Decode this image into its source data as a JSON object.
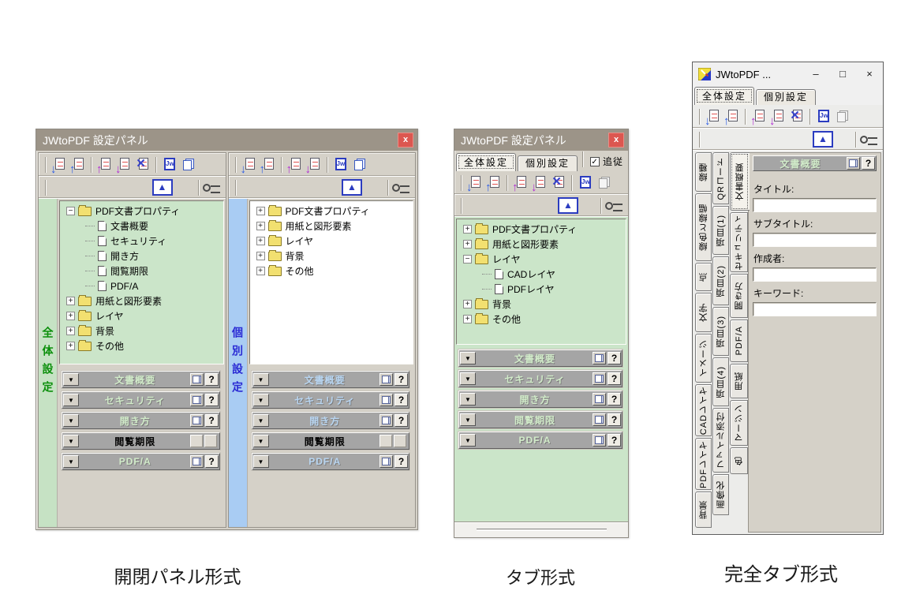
{
  "icons": {
    "down_triangle": "▼",
    "up_arrow": "▲",
    "arrow_down": "↓",
    "arrow_up": "↑",
    "cross": "×",
    "jw": "Jw",
    "help": "?",
    "plus": "+",
    "minus": "−",
    "check": "✓",
    "minimize": "–",
    "maximize": "□",
    "close_x": "×",
    "close_small": "x"
  },
  "captions": {
    "left": "開閉パネル形式",
    "middle": "タブ形式",
    "right": "完全タブ形式"
  },
  "left_panel": {
    "title": "JWtoPDF 設定パネル",
    "global_section": {
      "sidebar": "全体設定",
      "tree": [
        "PDF文書プロパティ",
        "文書概要",
        "セキュリティ",
        "開き方",
        "閲覧期限",
        "PDF/A",
        "用紙と図形要素",
        "レイヤ",
        "背景",
        "その他"
      ],
      "bars": [
        "文書概要",
        "セキュリティ",
        "開き方",
        "閲覧期限",
        "PDF/A"
      ]
    },
    "individual_section": {
      "sidebar": "個別設定",
      "tree": [
        "PDF文書プロパティ",
        "用紙と図形要素",
        "レイヤ",
        "背景",
        "その他"
      ],
      "bars": [
        "文書概要",
        "セキュリティ",
        "開き方",
        "閲覧期限",
        "PDF/A"
      ]
    }
  },
  "middle_panel": {
    "title": "JWtoPDF 設定パネル",
    "tabs": [
      "全体設定",
      "個別設定"
    ],
    "follow_label": "追従",
    "tree": [
      "PDF文書プロパティ",
      "用紙と図形要素",
      "レイヤ",
      "CADレイヤ",
      "PDFレイヤ",
      "背景",
      "その他"
    ],
    "bars": [
      "文書概要",
      "セキュリティ",
      "開き方",
      "閲覧期限",
      "PDF/A"
    ]
  },
  "right_panel": {
    "title": "JWtoPDF ...",
    "tabs": [
      "全体設定",
      "個別設定"
    ],
    "vtabs_outer": [
      "線種",
      "線色と線幅",
      "点",
      "文字",
      "イメージ",
      "CADレイヤ",
      "PDFレイヤ",
      "背景"
    ],
    "vtabs_middle": [
      "QRコード",
      "項目(1)",
      "項目(2)",
      "項目(3)",
      "項目(4)",
      "ファイル添付",
      "画像化"
    ],
    "vtabs_inner": [
      "文書概要",
      "セキュリティ",
      "開き方",
      "PDF/A",
      "用紙",
      "マージン",
      "色"
    ],
    "form": {
      "header": "文書概要",
      "labels": [
        "タイトル:",
        "サブタイトル:",
        "作成者:",
        "キーワード:"
      ]
    }
  }
}
